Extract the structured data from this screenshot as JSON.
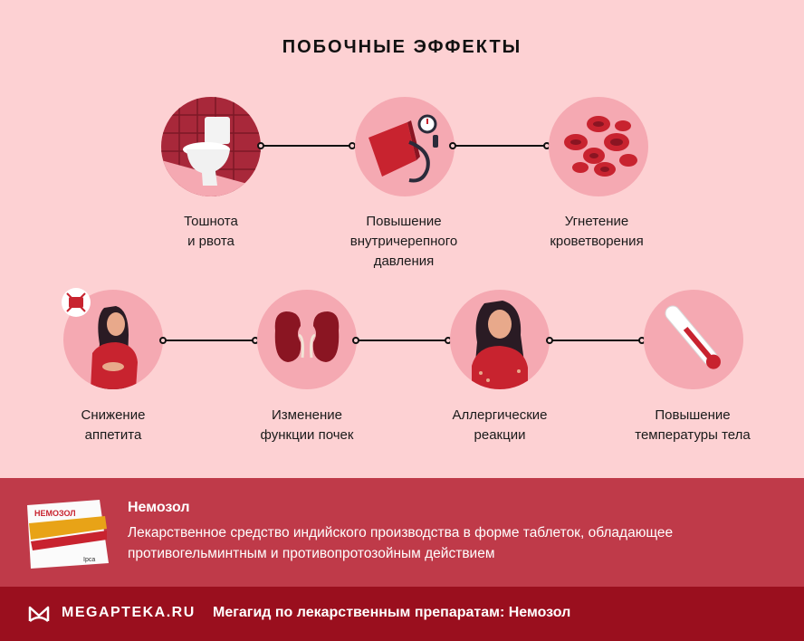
{
  "title": "ПОБОЧНЫЕ ЭФФЕКТЫ",
  "effects_row1": [
    {
      "label_lines": [
        "Тошнота",
        "и рвота"
      ],
      "icon": "toilet-icon"
    },
    {
      "label_lines": [
        "Повышение",
        "внутричерепного",
        "давления"
      ],
      "icon": "blood-pressure-cuff-icon"
    },
    {
      "label_lines": [
        "Угнетение",
        "кроветворения"
      ],
      "icon": "blood-cells-icon"
    }
  ],
  "effects_row2": [
    {
      "label_lines": [
        "Снижение",
        "аппетита"
      ],
      "icon": "nauseous-woman-icon"
    },
    {
      "label_lines": [
        "Изменение",
        "функции почек"
      ],
      "icon": "kidneys-icon"
    },
    {
      "label_lines": [
        "Аллергические",
        "реакции"
      ],
      "icon": "allergic-woman-icon"
    },
    {
      "label_lines": [
        "Повышение",
        "температуры тела"
      ],
      "icon": "thermometer-icon"
    }
  ],
  "drug": {
    "name": "Немозол",
    "description": "Лекарственное средство индийского производства в форме таблеток, обладающее противогельминтным и противопротозойным действием",
    "pack_label": "НЕМОЗОЛ",
    "pack_maker": "Ipca"
  },
  "footer": {
    "brand": "MEGAPTEKA.RU",
    "text": "Мегагид по лекарственным препаратам: Немозол"
  },
  "colors": {
    "background": "#fdd1d3",
    "circle": "#f5a9b2",
    "accent": "#c0303d",
    "band": "#bf3a49",
    "footer": "#9a0f1e"
  }
}
